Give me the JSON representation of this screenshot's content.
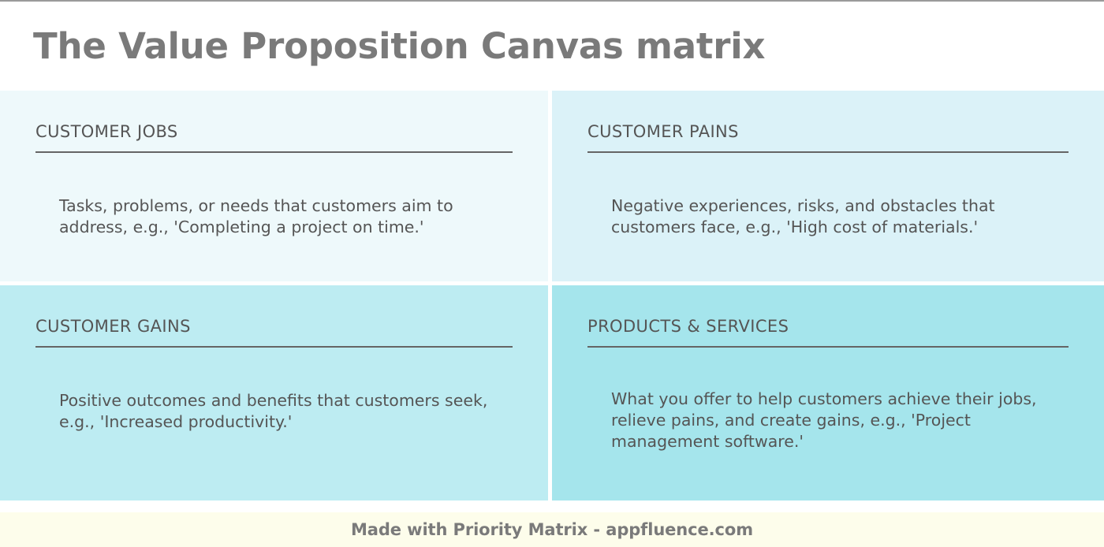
{
  "header": {
    "title": "The Value Proposition Canvas matrix"
  },
  "matrix": {
    "quadrants": [
      {
        "key": "customer-jobs",
        "header": "CUSTOMER JOBS",
        "body": "Tasks, problems, or needs that customers aim to address, e.g., 'Completing a project on time.'",
        "background": "#eef9fb"
      },
      {
        "key": "customer-pains",
        "header": "CUSTOMER PAINS",
        "body": "Negative experiences, risks, and obstacles that customers face, e.g., 'High cost of materials.'",
        "background": "#dbf2f8"
      },
      {
        "key": "customer-gains",
        "header": "CUSTOMER GAINS",
        "body": "Positive outcomes and benefits that customers seek, e.g., 'Increased productivity.'",
        "background": "#bdecf2"
      },
      {
        "key": "products-services",
        "header": "PRODUCTS & SERVICES",
        "body": "What you offer to help customers achieve their jobs, relieve pains, and create gains, e.g., 'Project management software.'",
        "background": "#a5e5ec"
      }
    ]
  },
  "footer": {
    "text": "Made with Priority Matrix - appfluence.com",
    "background": "#fdfdeb"
  },
  "colors": {
    "title_text": "#7a7a7a",
    "body_text": "#555555",
    "rule": "#656565",
    "top_border": "#9a9a9a",
    "gutter": "#ffffff"
  }
}
